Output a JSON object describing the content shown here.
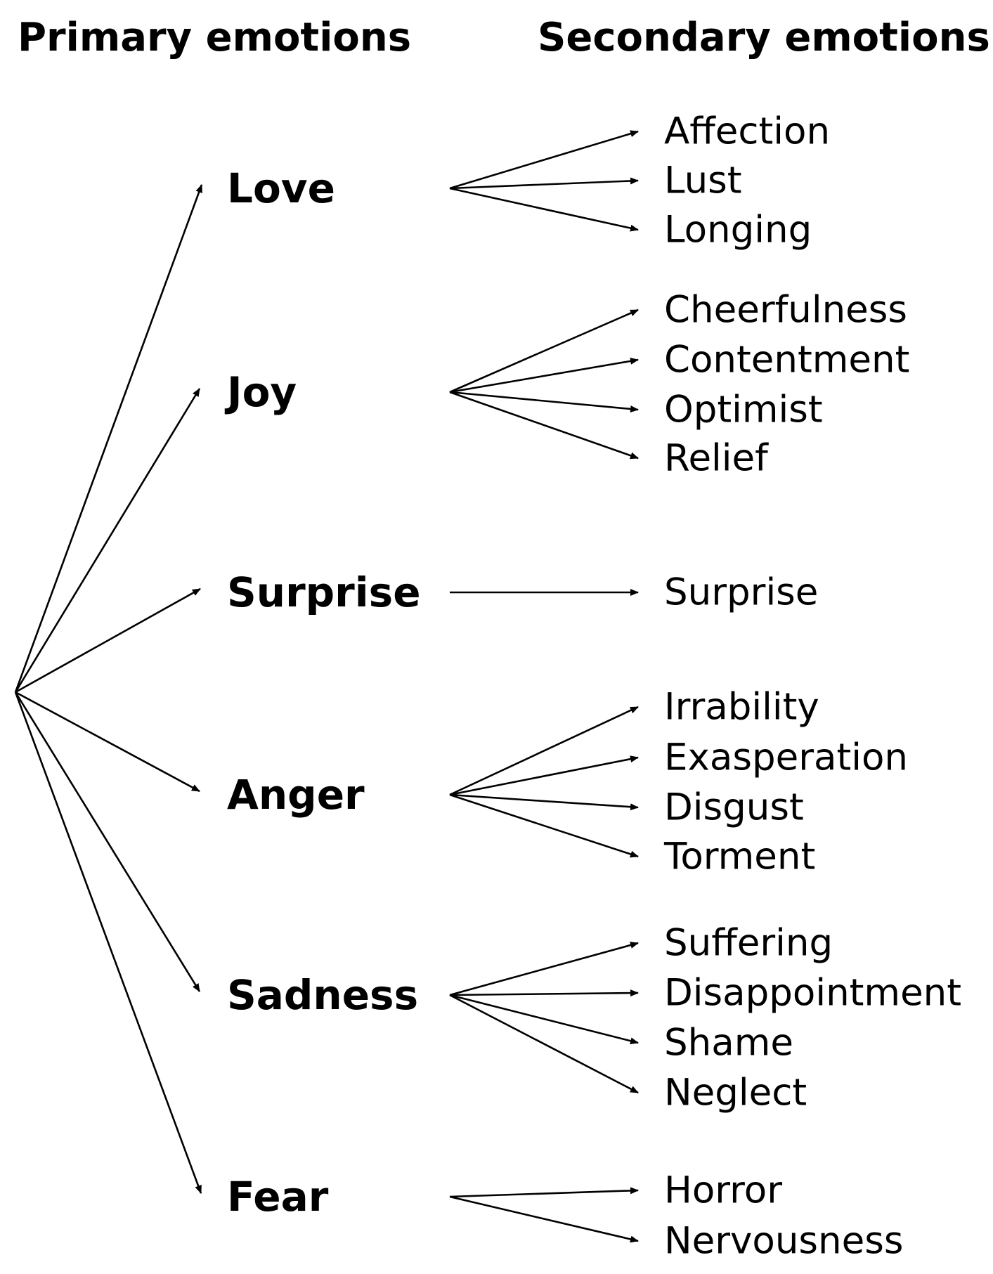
{
  "headings": {
    "primary": "Primary emotions",
    "secondary": "Secondary emotions"
  },
  "emotions": [
    {
      "primary": "Love",
      "secondary": [
        "Affection",
        "Lust",
        "Longing"
      ]
    },
    {
      "primary": "Joy",
      "secondary": [
        "Cheerfulness",
        "Contentment",
        "Optimist",
        "Relief"
      ]
    },
    {
      "primary": "Surprise",
      "secondary": [
        "Surprise"
      ]
    },
    {
      "primary": "Anger",
      "secondary": [
        "Irrability",
        "Exasperation",
        "Disgust",
        "Torment"
      ]
    },
    {
      "primary": "Sadness",
      "secondary": [
        "Suffering",
        "Disappointment",
        "Shame",
        "Neglect"
      ]
    },
    {
      "primary": "Fear",
      "secondary": [
        "Horror",
        "Nervousness"
      ]
    }
  ],
  "colors": {
    "line": "#000000",
    "text": "#000000",
    "background": "#ffffff"
  }
}
